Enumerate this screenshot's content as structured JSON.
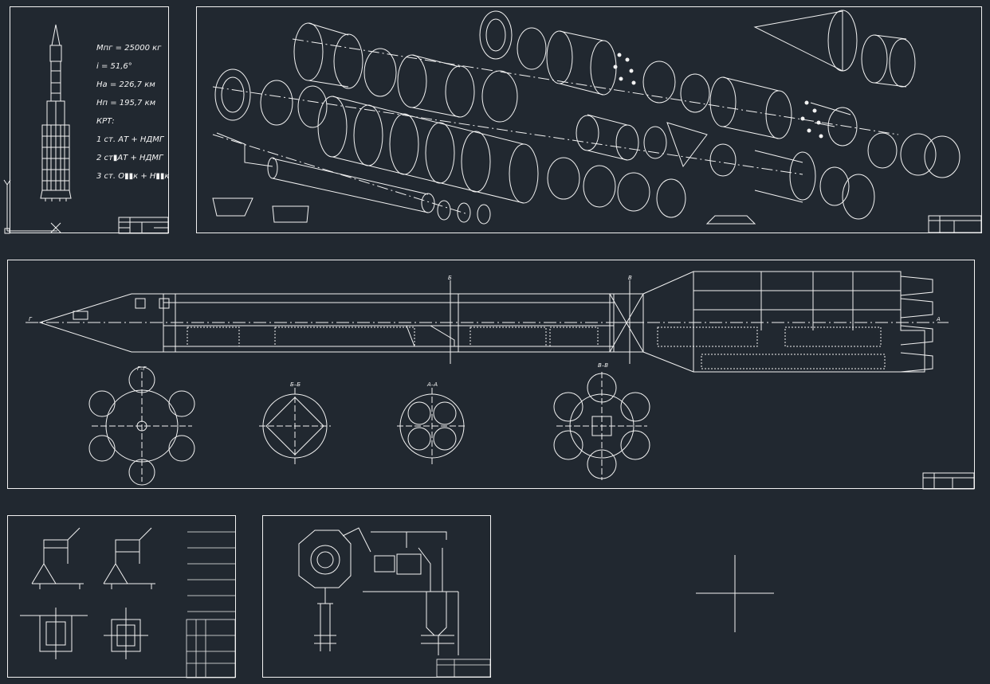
{
  "colors": {
    "background": "#212830",
    "lines": "#f2f2f2"
  },
  "sheet1": {
    "specs": [
      "Мпг = 25000 кг",
      "i = 51,6°",
      "Ha = 226,7 км",
      "Hп = 195,7 км",
      "КРТ:",
      "1 ст. АТ + НДМГ",
      "2 ст▮АТ + НДМГ",
      "3 ст. О▮▮к + Н▮▮к"
    ]
  },
  "sheet3": {
    "labels": {
      "g": "Г",
      "b": "Б",
      "v": "В",
      "a": "А"
    },
    "sections": [
      "Г–Г",
      "Б–Б",
      "А–А",
      "В–В"
    ]
  },
  "icons": [
    "ucs-icon",
    "crosshair-cursor-icon"
  ]
}
